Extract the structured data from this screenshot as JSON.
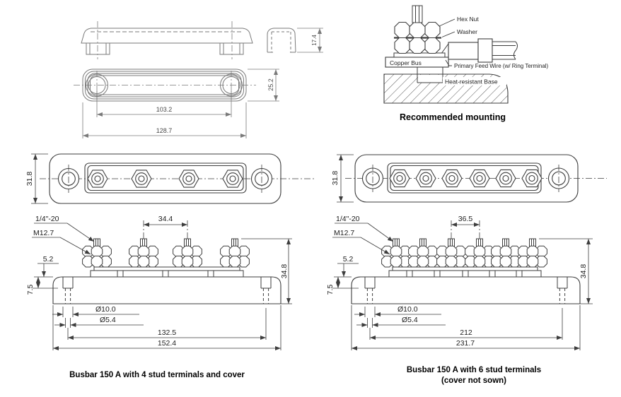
{
  "colors": {
    "line_dark": "#3d3d3d",
    "line_light": "#7a7a7a",
    "text": "#1c1c1c"
  },
  "mounting": {
    "caption": "Recommended mounting",
    "hex_nut": "Hex Nut",
    "washer": "Washer",
    "copper_bus": "Copper Bus",
    "primary_feed_wire": "Primary Feed Wire (w/ Ring Terminal)",
    "heat_resistant_base": "Heat-resistant Base"
  },
  "cover": {
    "end_height": "17.4",
    "depth": "25.2",
    "hole_spacing": "103.2",
    "overall_length": "128.7"
  },
  "top4": {
    "depth": "31.8"
  },
  "top6": {
    "depth": "31.8"
  },
  "side4": {
    "thread": "1/4\"-20",
    "stud": "M12.7",
    "stud_spacing": "34.4",
    "plate_height": "5.2",
    "recess_depth": "7.5",
    "counterbore": "Ø10.0",
    "hole": "Ø5.4",
    "mount_spacing": "132.5",
    "overall_length": "152.4",
    "overall_height": "34.8"
  },
  "side6": {
    "thread": "1/4\"-20",
    "stud": "M12.7",
    "stud_spacing": "36.5",
    "plate_height": "5.2",
    "recess_depth": "7.5",
    "counterbore": "Ø10.0",
    "hole": "Ø5.4",
    "mount_spacing": "212",
    "overall_length": "231.7",
    "overall_height": "34.8"
  },
  "captions": {
    "busbar4": "Busbar 150 A with 4 stud terminals and cover",
    "busbar6_line1": "Busbar 150 A with 6 stud terminals",
    "busbar6_line2": "(cover not sown)"
  }
}
